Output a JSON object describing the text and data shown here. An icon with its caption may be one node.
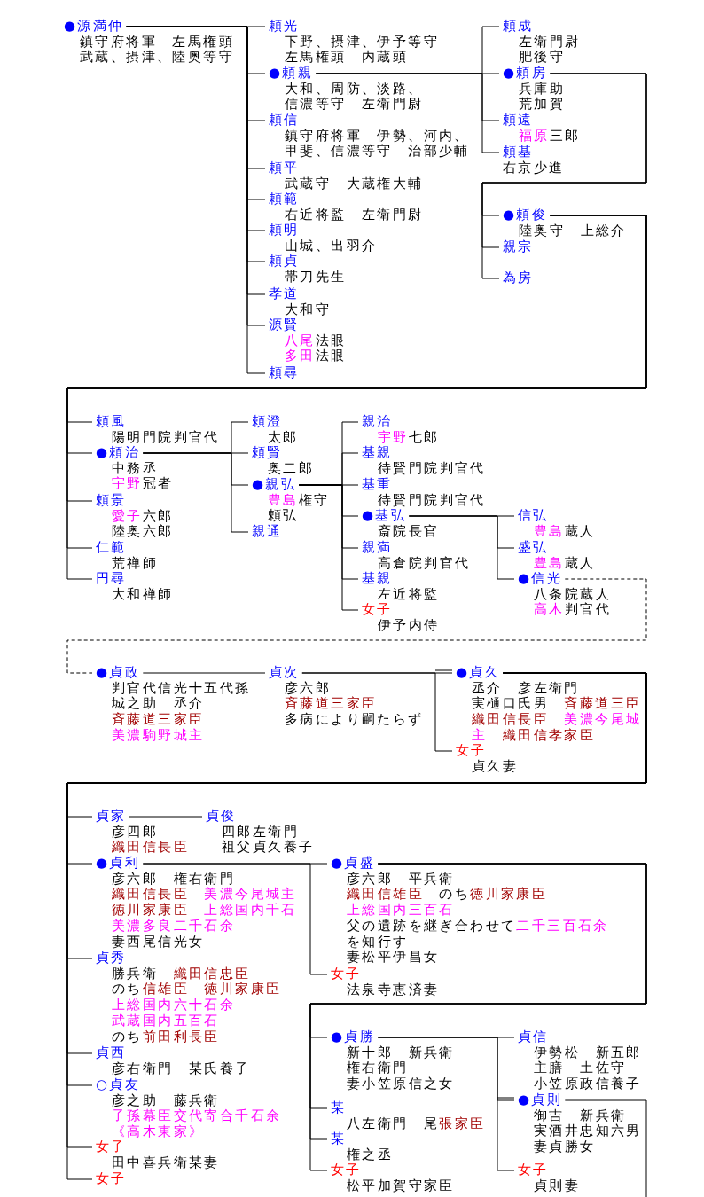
{
  "diagram": {
    "nodes": [
      {
        "text": [
          "●源満仲",
          "鎮守府将軍　左馬権頭",
          "武蔵、摂津、陸奥等守"
        ]
      },
      {
        "text": [
          "頼光",
          "下野、摂津、伊予等守",
          "左馬権頭　内蔵頭"
        ]
      },
      {
        "text": [
          "●頼親",
          "大和、周防、淡路、信濃等守　左衛門尉"
        ]
      },
      {
        "text": [
          "頼信",
          "鎮守府将軍　伊勢、河内、甲斐、信濃等守　治部少輔"
        ]
      },
      {
        "text": [
          "頼平",
          "武蔵守　大蔵権大輔"
        ]
      },
      {
        "text": [
          "頼範",
          "右近将監　左衛門尉"
        ]
      },
      {
        "text": [
          "頼明",
          "山城、出羽介"
        ]
      },
      {
        "text": [
          "頼貞",
          "帯刀先生"
        ]
      },
      {
        "text": [
          "孝道",
          "大和守"
        ]
      },
      {
        "text": [
          "源賢",
          "八尾法眼",
          "多田法眼"
        ]
      },
      {
        "text": [
          "頼尋"
        ]
      },
      {
        "text": [
          "頼成",
          "左衛門尉",
          "肥後守"
        ]
      },
      {
        "text": [
          "●頼房",
          "兵庫助",
          "荒加賀"
        ]
      },
      {
        "text": [
          "頼遠",
          "福原三郎"
        ]
      },
      {
        "text": [
          "頼基",
          "右京少進"
        ]
      },
      {
        "text": [
          "●頼俊",
          "陸奥守　上総介"
        ]
      },
      {
        "text": [
          "親宗"
        ]
      },
      {
        "text": [
          "為房"
        ]
      },
      {
        "text": [
          "頼風",
          "陽明門院判官代"
        ]
      },
      {
        "text": [
          "●頼治",
          "中務丞",
          "宇野冠者"
        ]
      },
      {
        "text": [
          "頼景",
          "愛子六郎",
          "陸奥六郎"
        ]
      },
      {
        "text": [
          "仁範",
          "荒禅師"
        ]
      },
      {
        "text": [
          "円尋",
          "大和禅師"
        ]
      },
      {
        "text": [
          "頼澄",
          "太郎"
        ]
      },
      {
        "text": [
          "頼賢",
          "奥二郎"
        ]
      },
      {
        "text": [
          "●親弘",
          "豊島権守",
          "頼弘"
        ]
      },
      {
        "text": [
          "親通"
        ]
      },
      {
        "text": [
          "親治",
          "宇野七郎"
        ]
      },
      {
        "text": [
          "基親",
          "待賢門院判官代"
        ]
      },
      {
        "text": [
          "基重",
          "待賢門院判官代"
        ]
      },
      {
        "text": [
          "●基弘",
          "斎院長官"
        ]
      },
      {
        "text": [
          "親満",
          "高倉院判官代"
        ]
      },
      {
        "text": [
          "基親",
          "左近将監"
        ]
      },
      {
        "text": [
          "女子",
          "伊予内侍"
        ]
      },
      {
        "text": [
          "信弘",
          "豊島蔵人"
        ]
      },
      {
        "text": [
          "盛弘",
          "豊島蔵人"
        ]
      },
      {
        "text": [
          "●信光",
          "八条院蔵人",
          "高木判官代"
        ]
      },
      {
        "text": [
          "●貞政",
          "判官代信光十五代孫",
          "城之助　丞介",
          "斉藤道三家臣",
          "美濃駒野城主"
        ]
      },
      {
        "text": [
          "貞次",
          "彦六郎",
          "斉藤道三家臣",
          "多病により嗣たらず"
        ]
      },
      {
        "text": [
          "●貞久",
          "丞介　彦左衛門",
          "実樋口氏男　斉藤道三臣織田信長臣　美濃今尾城主　織田信孝家臣"
        ]
      },
      {
        "text": [
          "女子",
          "貞久妻"
        ]
      },
      {
        "text": [
          "貞家",
          "彦四郎",
          "織田信長臣"
        ]
      },
      {
        "text": [
          "貞俊",
          "四郎左衛門",
          "祖父貞久養子"
        ]
      },
      {
        "text": [
          "●貞利",
          "彦六郎　権右衛門",
          "織田信長臣　美濃今尾城主",
          "徳川家康臣　上総国内千石",
          "美濃多良二千石余",
          "妻西尾信光女"
        ]
      },
      {
        "text": [
          "貞秀",
          "勝兵衛　織田信忠臣",
          "のち信雄臣　徳川家康臣",
          "上総国内六十石余",
          "武蔵国内五百石",
          "のち前田利長臣"
        ]
      },
      {
        "text": [
          "貞西",
          "彦右衛門　某氏養子"
        ]
      },
      {
        "text": [
          "○貞友",
          "彦之助　藤兵衛",
          "子孫幕臣交代寄合千石余",
          "《高木東家》"
        ]
      },
      {
        "text": [
          "女子",
          "田中喜兵衛某妻"
        ]
      },
      {
        "text": [
          "女子"
        ]
      },
      {
        "text": [
          "●貞盛",
          "彦六郎　平兵衛",
          "織田信雄臣　のち徳川家康臣",
          "上総国内三百石",
          "父の遺跡を継ぎ合わせて二千三百石余を知行す",
          "妻松平伊昌女"
        ]
      },
      {
        "text": [
          "女子",
          "法泉寺恵済妻"
        ]
      },
      {
        "text": [
          "●貞勝",
          "新十郎　新兵衛",
          "権右衛門",
          "妻小笠原信之女"
        ]
      },
      {
        "text": [
          "某",
          "八左衛門　尾張家臣"
        ]
      },
      {
        "text": [
          "某",
          "権之丞"
        ]
      },
      {
        "text": [
          "女子",
          "松平加賀守家臣"
        ]
      },
      {
        "text": [
          "貞信",
          "伊勢松　新五郎",
          "主膳　土佐守",
          "小笠原政信養子"
        ]
      },
      {
        "text": [
          "●貞則",
          "御吉　新兵衛",
          "実酒井忠知六男",
          "妻貞勝女"
        ]
      },
      {
        "text": [
          "女子",
          "貞則妻"
        ]
      }
    ],
    "edges": [
      {
        "from": 0,
        "to": 1,
        "arrow": "none"
      },
      {
        "from": 0,
        "to": 2,
        "arrow": "none"
      },
      {
        "from": 0,
        "to": 3,
        "arrow": "none"
      },
      {
        "from": 0,
        "to": 4,
        "arrow": "none"
      },
      {
        "from": 0,
        "to": 5,
        "arrow": "none"
      },
      {
        "from": 0,
        "to": 6,
        "arrow": "none"
      },
      {
        "from": 0,
        "to": 7,
        "arrow": "none"
      },
      {
        "from": 0,
        "to": 8,
        "arrow": "none"
      },
      {
        "from": 0,
        "to": 9,
        "arrow": "none"
      },
      {
        "from": 0,
        "to": 10,
        "arrow": "none"
      },
      {
        "from": 2,
        "to": 11,
        "arrow": "none"
      },
      {
        "from": 2,
        "to": 12,
        "arrow": "none"
      },
      {
        "from": 2,
        "to": 13,
        "arrow": "none"
      },
      {
        "from": 2,
        "to": 14,
        "arrow": "none"
      },
      {
        "from": 12,
        "to": 15,
        "arrow": "none"
      },
      {
        "from": 12,
        "to": 16,
        "arrow": "none"
      },
      {
        "from": 12,
        "to": 17,
        "arrow": "none"
      },
      {
        "from": 15,
        "to": 18,
        "arrow": "none"
      },
      {
        "from": 15,
        "to": 19,
        "arrow": "none"
      },
      {
        "from": 15,
        "to": 20,
        "arrow": "none"
      },
      {
        "from": 15,
        "to": 21,
        "arrow": "none"
      },
      {
        "from": 15,
        "to": 22,
        "arrow": "none"
      },
      {
        "from": 19,
        "to": 23,
        "arrow": "none"
      },
      {
        "from": 19,
        "to": 24,
        "arrow": "none"
      },
      {
        "from": 19,
        "to": 25,
        "arrow": "none"
      },
      {
        "from": 19,
        "to": 26,
        "arrow": "none"
      },
      {
        "from": 25,
        "to": 27,
        "arrow": "none"
      },
      {
        "from": 25,
        "to": 28,
        "arrow": "none"
      },
      {
        "from": 25,
        "to": 29,
        "arrow": "none"
      },
      {
        "from": 25,
        "to": 30,
        "arrow": "none"
      },
      {
        "from": 25,
        "to": 31,
        "arrow": "none"
      },
      {
        "from": 25,
        "to": 32,
        "arrow": "none"
      },
      {
        "from": 25,
        "to": 33,
        "arrow": "none"
      },
      {
        "from": 30,
        "to": 34,
        "arrow": "none"
      },
      {
        "from": 30,
        "to": 35,
        "arrow": "none"
      },
      {
        "from": 30,
        "to": 36,
        "arrow": "none"
      },
      {
        "from": 36,
        "to": 37,
        "arrow": "none",
        "style": "dashed"
      },
      {
        "from": 37,
        "to": 38,
        "arrow": "none"
      },
      {
        "from": 38,
        "to": 39,
        "arrow": "none"
      },
      {
        "from": 38,
        "to": 40,
        "arrow": "none"
      },
      {
        "from": 39,
        "to": 41,
        "arrow": "none"
      },
      {
        "from": 39,
        "to": 43,
        "arrow": "none"
      },
      {
        "from": 39,
        "to": 44,
        "arrow": "none"
      },
      {
        "from": 39,
        "to": 45,
        "arrow": "none"
      },
      {
        "from": 39,
        "to": 46,
        "arrow": "none"
      },
      {
        "from": 39,
        "to": 47,
        "arrow": "none"
      },
      {
        "from": 39,
        "to": 48,
        "arrow": "none"
      },
      {
        "from": 41,
        "to": 42,
        "arrow": "none"
      },
      {
        "from": 43,
        "to": 49,
        "arrow": "none"
      },
      {
        "from": 43,
        "to": 50,
        "arrow": "none"
      },
      {
        "from": 49,
        "to": 51,
        "arrow": "none"
      },
      {
        "from": 49,
        "to": 52,
        "arrow": "none"
      },
      {
        "from": 49,
        "to": 53,
        "arrow": "none"
      },
      {
        "from": 49,
        "to": 54,
        "arrow": "none"
      },
      {
        "from": 51,
        "to": 55,
        "arrow": "none"
      },
      {
        "from": 51,
        "to": 56,
        "arrow": "none"
      },
      {
        "from": 51,
        "to": 57,
        "arrow": "none"
      },
      {
        "from": 56,
        "to": null,
        "arrow": "none"
      }
    ]
  }
}
